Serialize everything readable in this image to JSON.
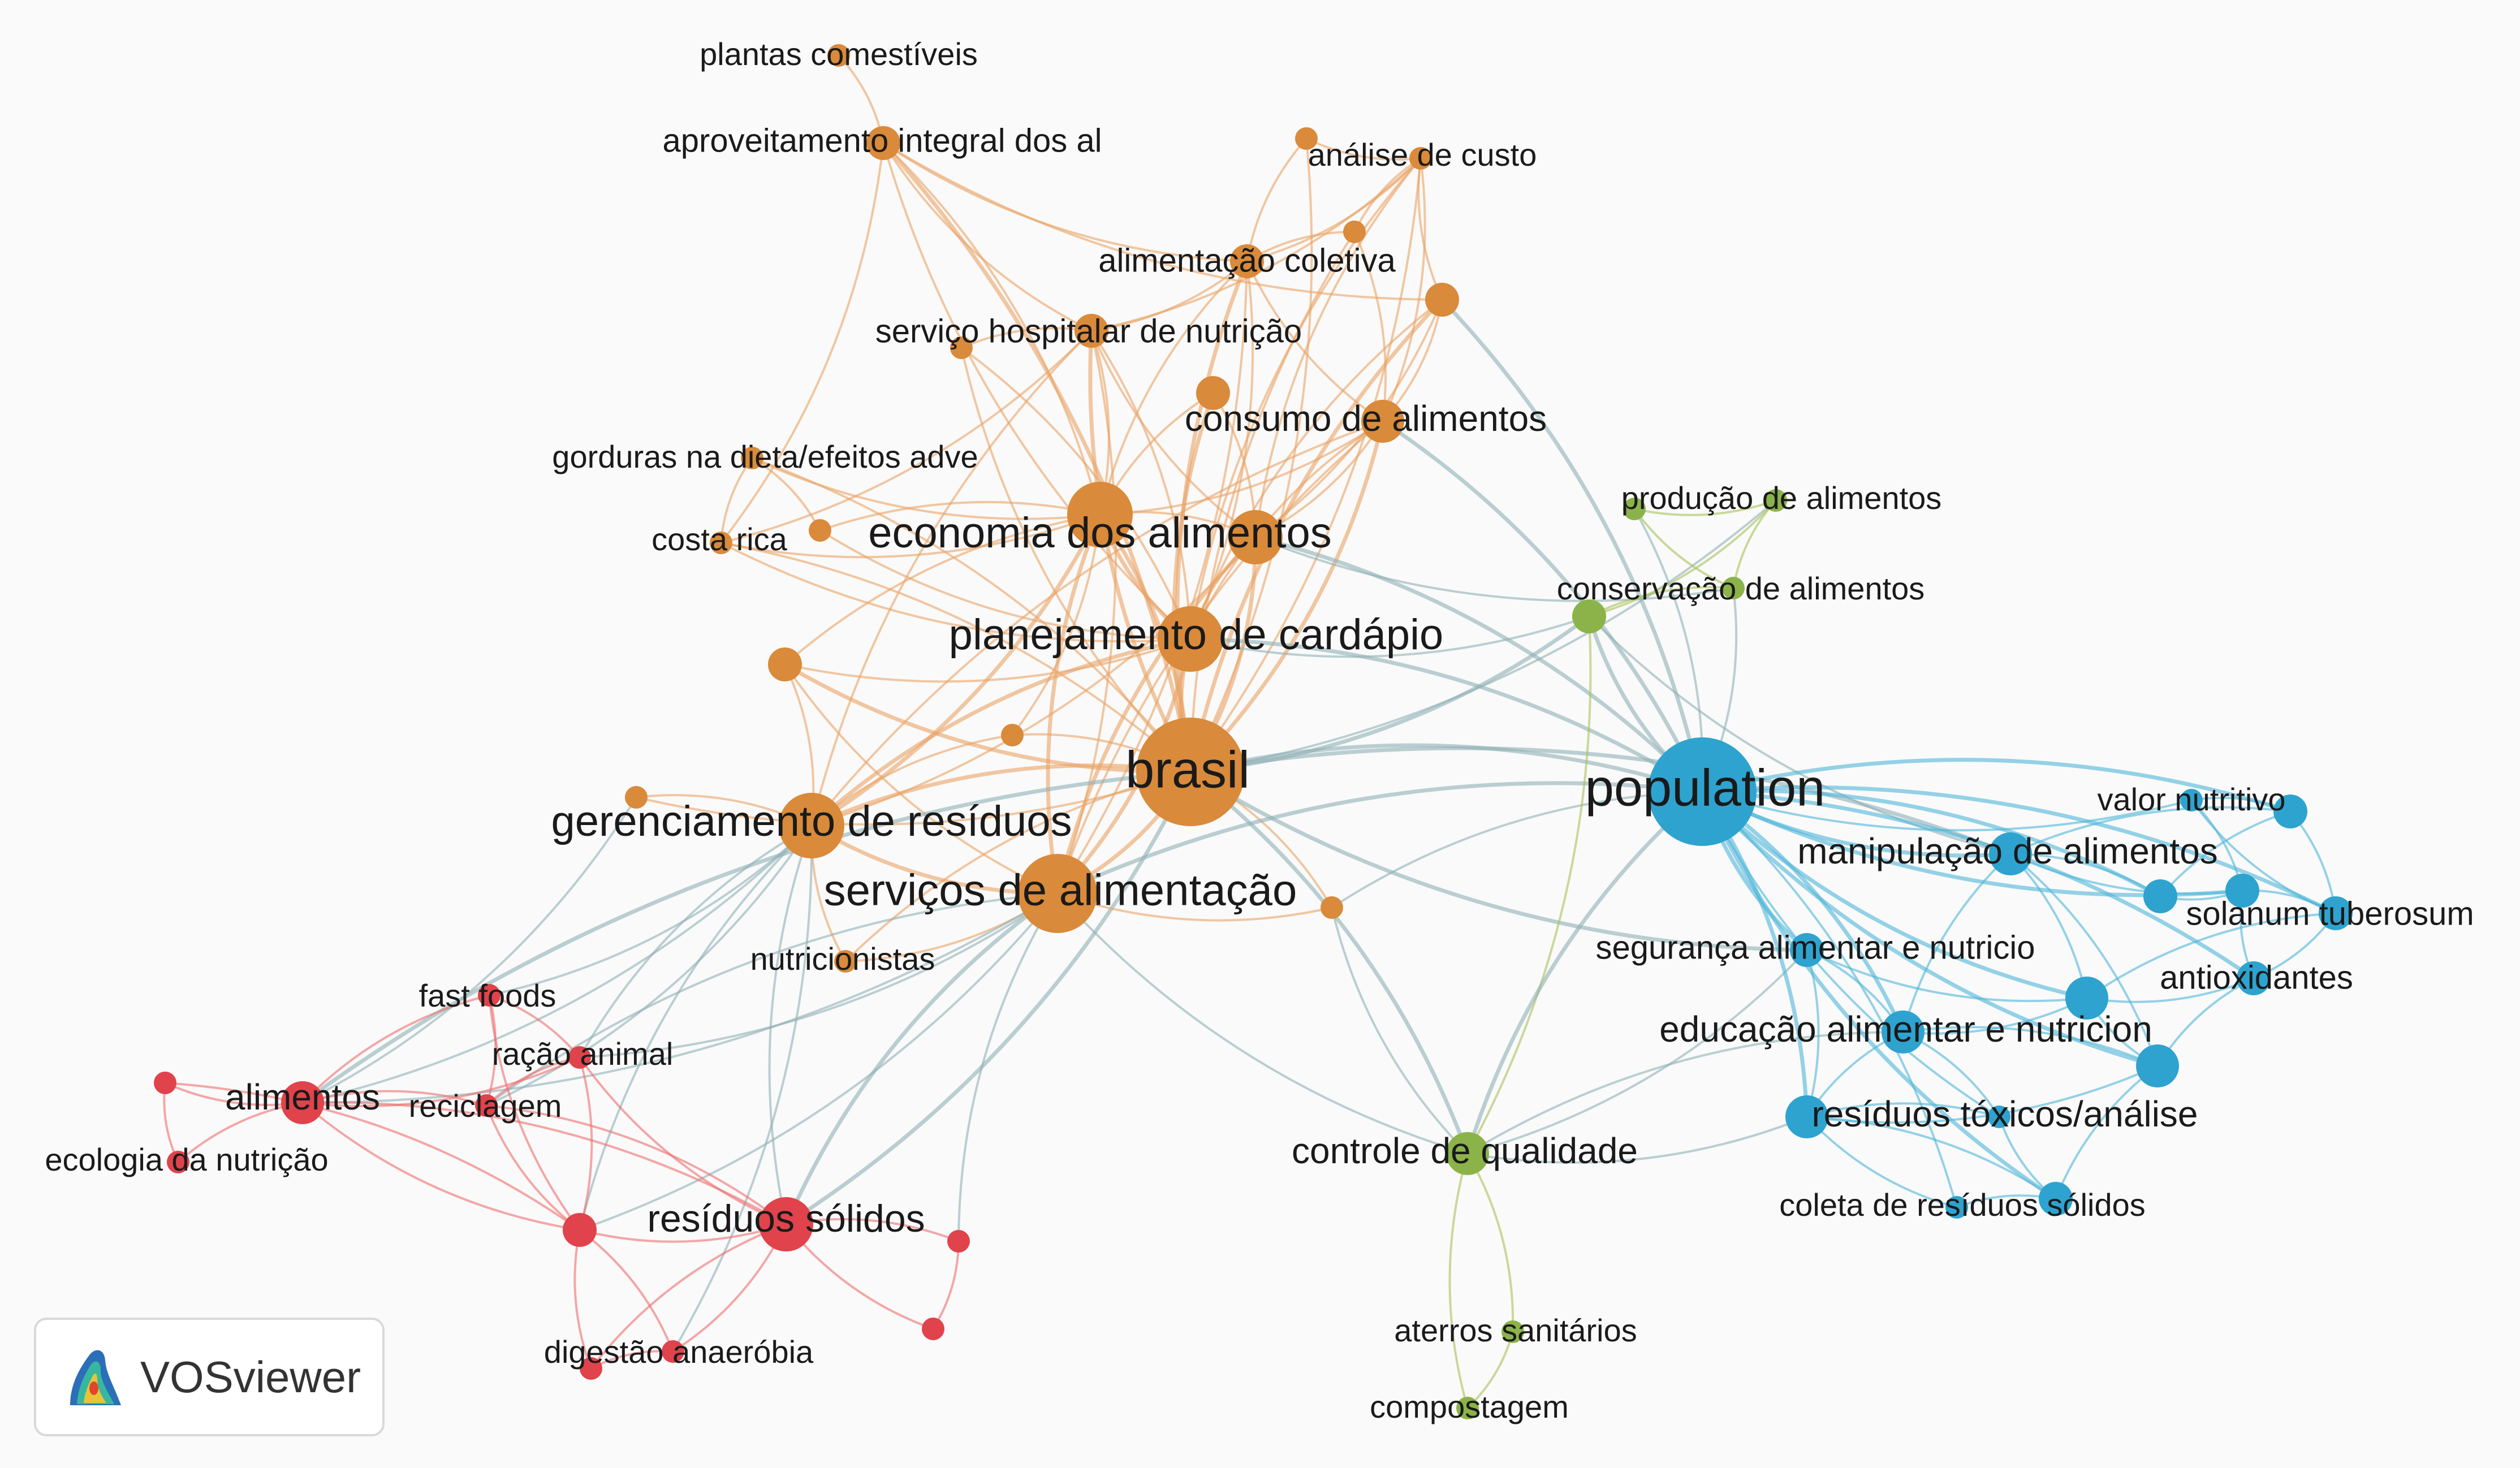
{
  "app": {
    "name": "VOSviewer"
  },
  "colors": {
    "clusters": {
      "orange": "#d98a3a",
      "red": "#e0434b",
      "green": "#8bb34a",
      "blue": "#2ea3cf"
    },
    "edges": {
      "orange": "#e9a466",
      "red": "#ee6e6e",
      "green": "#a9c25a",
      "blue": "#4fb5d8",
      "mixed": "#8fb0b5"
    }
  },
  "nodes": [
    {
      "id": "plantas",
      "label": "plantas comestíveis",
      "cluster": "orange",
      "weight": 1
    },
    {
      "id": "aproveit",
      "label": "aproveitamento integral dos al",
      "cluster": "orange",
      "weight": 2
    },
    {
      "id": "analise",
      "label": "análise de custo",
      "cluster": "orange",
      "weight": 1
    },
    {
      "id": "o_top1",
      "label": "",
      "cluster": "orange",
      "weight": 1
    },
    {
      "id": "o_top2",
      "label": "",
      "cluster": "orange",
      "weight": 1
    },
    {
      "id": "alimcol",
      "label": "alimentação coletiva",
      "cluster": "orange",
      "weight": 2
    },
    {
      "id": "o_right",
      "label": "",
      "cluster": "orange",
      "weight": 2
    },
    {
      "id": "servhosp",
      "label": "serviço hospitalar de nutrição",
      "cluster": "orange",
      "weight": 2
    },
    {
      "id": "o_mid1",
      "label": "",
      "cluster": "orange",
      "weight": 1
    },
    {
      "id": "o_mid2",
      "label": "",
      "cluster": "orange",
      "weight": 2
    },
    {
      "id": "consumo",
      "label": "consumo de alimentos",
      "cluster": "orange",
      "weight": 3
    },
    {
      "id": "gorduras",
      "label": "gorduras na dieta/efeitos adve",
      "cluster": "orange",
      "weight": 1
    },
    {
      "id": "costarica",
      "label": "costa rica",
      "cluster": "orange",
      "weight": 1
    },
    {
      "id": "o_cr2",
      "label": "",
      "cluster": "orange",
      "weight": 1
    },
    {
      "id": "economia",
      "label": "economia dos alimentos",
      "cluster": "orange",
      "weight": 5
    },
    {
      "id": "econ2",
      "label": "",
      "cluster": "orange",
      "weight": 4
    },
    {
      "id": "planej",
      "label": "planejamento de cardápio",
      "cluster": "orange",
      "weight": 5
    },
    {
      "id": "o_left",
      "label": "",
      "cluster": "orange",
      "weight": 2
    },
    {
      "id": "o_small",
      "label": "",
      "cluster": "orange",
      "weight": 1
    },
    {
      "id": "brasil",
      "label": "brasil",
      "cluster": "orange",
      "weight": 8
    },
    {
      "id": "o_g1",
      "label": "",
      "cluster": "orange",
      "weight": 1
    },
    {
      "id": "gerenc",
      "label": "gerenciamento de resíduos",
      "cluster": "orange",
      "weight": 5
    },
    {
      "id": "servalim",
      "label": "serviços de alimentação",
      "cluster": "orange",
      "weight": 6
    },
    {
      "id": "o_sa",
      "label": "",
      "cluster": "orange",
      "weight": 1
    },
    {
      "id": "nutric",
      "label": "nutricionistas",
      "cluster": "orange",
      "weight": 1
    },
    {
      "id": "fastfoods",
      "label": "fast foods",
      "cluster": "red",
      "weight": 1
    },
    {
      "id": "racao",
      "label": "ração animal",
      "cluster": "red",
      "weight": 1
    },
    {
      "id": "alimentos",
      "label": "alimentos",
      "cluster": "red",
      "weight": 3
    },
    {
      "id": "r_left",
      "label": "",
      "cluster": "red",
      "weight": 1
    },
    {
      "id": "reciclagem",
      "label": "reciclagem",
      "cluster": "red",
      "weight": 1
    },
    {
      "id": "ecologia",
      "label": "ecologia da nutrição",
      "cluster": "red",
      "weight": 1
    },
    {
      "id": "r_mid",
      "label": "",
      "cluster": "red",
      "weight": 2
    },
    {
      "id": "residsol",
      "label": "resíduos sólidos",
      "cluster": "red",
      "weight": 4
    },
    {
      "id": "r_r1",
      "label": "",
      "cluster": "red",
      "weight": 1
    },
    {
      "id": "r_r2",
      "label": "",
      "cluster": "red",
      "weight": 1
    },
    {
      "id": "digestao",
      "label": "digestão anaeróbia",
      "cluster": "red",
      "weight": 1
    },
    {
      "id": "r_d2",
      "label": "",
      "cluster": "red",
      "weight": 1
    },
    {
      "id": "producao",
      "label": "produção de alimentos",
      "cluster": "green",
      "weight": 1
    },
    {
      "id": "g_p2",
      "label": "",
      "cluster": "green",
      "weight": 1
    },
    {
      "id": "conserv",
      "label": "conservação de alimentos",
      "cluster": "green",
      "weight": 1
    },
    {
      "id": "g_c2",
      "label": "",
      "cluster": "green",
      "weight": 2
    },
    {
      "id": "controle",
      "label": "controle de qualidade",
      "cluster": "green",
      "weight": 3
    },
    {
      "id": "aterros",
      "label": "aterros sanitários",
      "cluster": "green",
      "weight": 1
    },
    {
      "id": "compost",
      "label": "compostagem",
      "cluster": "green",
      "weight": 1
    },
    {
      "id": "population",
      "label": "population",
      "cluster": "blue",
      "weight": 8
    },
    {
      "id": "valor",
      "label": "valor nutritivo",
      "cluster": "blue",
      "weight": 1
    },
    {
      "id": "b_v2",
      "label": "",
      "cluster": "blue",
      "weight": 2
    },
    {
      "id": "manip",
      "label": "manipulação de alimentos",
      "cluster": "blue",
      "weight": 3
    },
    {
      "id": "b_m2",
      "label": "",
      "cluster": "blue",
      "weight": 2
    },
    {
      "id": "b_m3",
      "label": "",
      "cluster": "blue",
      "weight": 2
    },
    {
      "id": "solanum",
      "label": "solanum tuberosum",
      "cluster": "blue",
      "weight": 2
    },
    {
      "id": "seguranca",
      "label": "segurança alimentar e nutricio",
      "cluster": "blue",
      "weight": 2
    },
    {
      "id": "antiox",
      "label": "antioxidantes",
      "cluster": "blue",
      "weight": 2
    },
    {
      "id": "b_a2",
      "label": "",
      "cluster": "blue",
      "weight": 3
    },
    {
      "id": "educacao",
      "label": "educação alimentar e nutricion",
      "cluster": "blue",
      "weight": 3
    },
    {
      "id": "b_e2",
      "label": "",
      "cluster": "blue",
      "weight": 3
    },
    {
      "id": "residtox",
      "label": "resíduos tóxicos/análise",
      "cluster": "blue",
      "weight": 3
    },
    {
      "id": "b_t2",
      "label": "",
      "cluster": "blue",
      "weight": 1
    },
    {
      "id": "coleta",
      "label": "coleta de resíduos sólidos",
      "cluster": "blue",
      "weight": 1
    },
    {
      "id": "b_c2",
      "label": "",
      "cluster": "blue",
      "weight": 2
    }
  ],
  "edges": [
    [
      "plantas",
      "aproveit"
    ],
    [
      "aproveit",
      "servhosp"
    ],
    [
      "aproveit",
      "economia"
    ],
    [
      "aproveit",
      "planej"
    ],
    [
      "aproveit",
      "brasil"
    ],
    [
      "aproveit",
      "alimcol"
    ],
    [
      "aproveit",
      "costarica"
    ],
    [
      "aproveit",
      "o_right"
    ],
    [
      "analise",
      "o_top1"
    ],
    [
      "analise",
      "o_top2"
    ],
    [
      "analise",
      "consumo"
    ],
    [
      "analise",
      "o_right"
    ],
    [
      "analise",
      "alimcol"
    ],
    [
      "analise",
      "econ2"
    ],
    [
      "analise",
      "brasil"
    ],
    [
      "analise",
      "planej"
    ],
    [
      "analise",
      "servhosp"
    ],
    [
      "o_top1",
      "alimcol"
    ],
    [
      "o_top1",
      "brasil"
    ],
    [
      "o_top2",
      "alimcol"
    ],
    [
      "o_top2",
      "consumo"
    ],
    [
      "o_top2",
      "brasil"
    ],
    [
      "alimcol",
      "servhosp"
    ],
    [
      "alimcol",
      "economia"
    ],
    [
      "alimcol",
      "planej"
    ],
    [
      "alimcol",
      "brasil"
    ],
    [
      "alimcol",
      "servalim"
    ],
    [
      "alimcol",
      "consumo"
    ],
    [
      "o_right",
      "consumo"
    ],
    [
      "o_right",
      "brasil"
    ],
    [
      "o_right",
      "econ2"
    ],
    [
      "o_right",
      "planej"
    ],
    [
      "o_right",
      "population"
    ],
    [
      "servhosp",
      "o_mid1"
    ],
    [
      "servhosp",
      "economia"
    ],
    [
      "servhosp",
      "econ2"
    ],
    [
      "servhosp",
      "planej"
    ],
    [
      "servhosp",
      "brasil"
    ],
    [
      "servhosp",
      "servalim"
    ],
    [
      "servhosp",
      "gerenc"
    ],
    [
      "servhosp",
      "costarica"
    ],
    [
      "o_mid1",
      "brasil"
    ],
    [
      "o_mid1",
      "planej"
    ],
    [
      "o_mid2",
      "brasil"
    ],
    [
      "o_mid2",
      "econ2"
    ],
    [
      "o_mid2",
      "economia"
    ],
    [
      "consumo",
      "econ2"
    ],
    [
      "consumo",
      "planej"
    ],
    [
      "consumo",
      "brasil"
    ],
    [
      "consumo",
      "servalim"
    ],
    [
      "consumo",
      "population"
    ],
    [
      "consumo",
      "gerenc"
    ],
    [
      "consumo",
      "economia"
    ],
    [
      "gorduras",
      "costarica"
    ],
    [
      "gorduras",
      "o_cr2"
    ],
    [
      "gorduras",
      "economia"
    ],
    [
      "gorduras",
      "brasil"
    ],
    [
      "costarica",
      "economia"
    ],
    [
      "costarica",
      "brasil"
    ],
    [
      "costarica",
      "planej"
    ],
    [
      "o_cr2",
      "economia"
    ],
    [
      "o_cr2",
      "planej"
    ],
    [
      "economia",
      "econ2"
    ],
    [
      "economia",
      "planej"
    ],
    [
      "economia",
      "brasil"
    ],
    [
      "economia",
      "servalim"
    ],
    [
      "economia",
      "gerenc"
    ],
    [
      "economia",
      "o_left"
    ],
    [
      "economia",
      "o_small"
    ],
    [
      "econ2",
      "planej"
    ],
    [
      "econ2",
      "brasil"
    ],
    [
      "econ2",
      "servalim"
    ],
    [
      "econ2",
      "population"
    ],
    [
      "econ2",
      "conserv"
    ],
    [
      "econ2",
      "gerenc"
    ],
    [
      "planej",
      "brasil"
    ],
    [
      "planej",
      "servalim"
    ],
    [
      "planej",
      "gerenc"
    ],
    [
      "planej",
      "population"
    ],
    [
      "planej",
      "g_c2"
    ],
    [
      "planej",
      "o_left"
    ],
    [
      "o_left",
      "brasil"
    ],
    [
      "o_left",
      "gerenc"
    ],
    [
      "o_left",
      "servalim"
    ],
    [
      "o_small",
      "brasil"
    ],
    [
      "o_small",
      "gerenc"
    ],
    [
      "brasil",
      "servalim"
    ],
    [
      "brasil",
      "gerenc"
    ],
    [
      "brasil",
      "population"
    ],
    [
      "brasil",
      "g_c2"
    ],
    [
      "brasil",
      "controle"
    ],
    [
      "brasil",
      "nutric"
    ],
    [
      "brasil",
      "residsol"
    ],
    [
      "brasil",
      "alimentos"
    ],
    [
      "brasil",
      "o_sa"
    ],
    [
      "brasil",
      "seguranca"
    ],
    [
      "brasil",
      "manip"
    ],
    [
      "brasil",
      "producao"
    ],
    [
      "o_g1",
      "gerenc"
    ],
    [
      "o_g1",
      "brasil"
    ],
    [
      "o_g1",
      "alimentos"
    ],
    [
      "gerenc",
      "servalim"
    ],
    [
      "gerenc",
      "alimentos"
    ],
    [
      "gerenc",
      "residsol"
    ],
    [
      "gerenc",
      "fastfoods"
    ],
    [
      "gerenc",
      "racao"
    ],
    [
      "gerenc",
      "reciclagem"
    ],
    [
      "gerenc",
      "nutric"
    ],
    [
      "gerenc",
      "digestao"
    ],
    [
      "gerenc",
      "r_mid"
    ],
    [
      "servalim",
      "nutric"
    ],
    [
      "servalim",
      "residsol"
    ],
    [
      "servalim",
      "alimentos"
    ],
    [
      "servalim",
      "reciclagem"
    ],
    [
      "servalim",
      "racao"
    ],
    [
      "servalim",
      "controle"
    ],
    [
      "servalim",
      "population"
    ],
    [
      "servalim",
      "o_sa"
    ],
    [
      "servalim",
      "r_mid"
    ],
    [
      "servalim",
      "r_r1"
    ],
    [
      "o_sa",
      "population"
    ],
    [
      "o_sa",
      "controle"
    ],
    [
      "fastfoods",
      "racao"
    ],
    [
      "fastfoods",
      "alimentos"
    ],
    [
      "fastfoods",
      "reciclagem"
    ],
    [
      "fastfoods",
      "r_mid"
    ],
    [
      "racao",
      "alimentos"
    ],
    [
      "racao",
      "reciclagem"
    ],
    [
      "racao",
      "r_mid"
    ],
    [
      "racao",
      "residsol"
    ],
    [
      "alimentos",
      "r_left"
    ],
    [
      "alimentos",
      "ecologia"
    ],
    [
      "alimentos",
      "reciclagem"
    ],
    [
      "alimentos",
      "r_mid"
    ],
    [
      "alimentos",
      "residsol"
    ],
    [
      "r_left",
      "ecologia"
    ],
    [
      "r_left",
      "r_mid"
    ],
    [
      "reciclagem",
      "r_mid"
    ],
    [
      "reciclagem",
      "residsol"
    ],
    [
      "r_mid",
      "residsol"
    ],
    [
      "r_mid",
      "digestao"
    ],
    [
      "r_mid",
      "r_d2"
    ],
    [
      "residsol",
      "r_r1"
    ],
    [
      "residsol",
      "r_r2"
    ],
    [
      "residsol",
      "digestao"
    ],
    [
      "residsol",
      "r_d2"
    ],
    [
      "r_r1",
      "r_r2"
    ],
    [
      "digestao",
      "r_d2"
    ],
    [
      "producao",
      "g_p2"
    ],
    [
      "producao",
      "conserv"
    ],
    [
      "producao",
      "g_c2"
    ],
    [
      "g_p2",
      "conserv"
    ],
    [
      "g_p2",
      "population"
    ],
    [
      "conserv",
      "g_c2"
    ],
    [
      "conserv",
      "population"
    ],
    [
      "g_c2",
      "population"
    ],
    [
      "g_c2",
      "controle"
    ],
    [
      "g_c2",
      "manip"
    ],
    [
      "controle",
      "aterros"
    ],
    [
      "controle",
      "compost"
    ],
    [
      "controle",
      "population"
    ],
    [
      "controle",
      "residtox"
    ],
    [
      "controle",
      "educacao"
    ],
    [
      "controle",
      "seguranca"
    ],
    [
      "aterros",
      "compost"
    ],
    [
      "population",
      "valor"
    ],
    [
      "population",
      "b_v2"
    ],
    [
      "population",
      "manip"
    ],
    [
      "population",
      "b_m2"
    ],
    [
      "population",
      "b_m3"
    ],
    [
      "population",
      "solanum"
    ],
    [
      "population",
      "seguranca"
    ],
    [
      "population",
      "antiox"
    ],
    [
      "population",
      "b_a2"
    ],
    [
      "population",
      "educacao"
    ],
    [
      "population",
      "b_e2"
    ],
    [
      "population",
      "residtox"
    ],
    [
      "population",
      "b_t2"
    ],
    [
      "population",
      "coleta"
    ],
    [
      "population",
      "b_c2"
    ],
    [
      "valor",
      "b_v2"
    ],
    [
      "valor",
      "solanum"
    ],
    [
      "valor",
      "b_m3"
    ],
    [
      "b_v2",
      "manip"
    ],
    [
      "b_v2",
      "solanum"
    ],
    [
      "b_v2",
      "b_m2"
    ],
    [
      "manip",
      "b_m2"
    ],
    [
      "manip",
      "b_m3"
    ],
    [
      "manip",
      "b_a2"
    ],
    [
      "manip",
      "educacao"
    ],
    [
      "manip",
      "b_e2"
    ],
    [
      "b_m2",
      "b_m3"
    ],
    [
      "b_m3",
      "solanum"
    ],
    [
      "b_m3",
      "antiox"
    ],
    [
      "solanum",
      "antiox"
    ],
    [
      "solanum",
      "b_a2"
    ],
    [
      "antiox",
      "b_a2"
    ],
    [
      "antiox",
      "b_e2"
    ],
    [
      "seguranca",
      "educacao"
    ],
    [
      "seguranca",
      "b_a2"
    ],
    [
      "seguranca",
      "residtox"
    ],
    [
      "educacao",
      "b_a2"
    ],
    [
      "educacao",
      "b_e2"
    ],
    [
      "educacao",
      "residtox"
    ],
    [
      "educacao",
      "b_t2"
    ],
    [
      "b_a2",
      "b_e2"
    ],
    [
      "b_e2",
      "residtox"
    ],
    [
      "b_e2",
      "b_c2"
    ],
    [
      "residtox",
      "b_t2"
    ],
    [
      "residtox",
      "coleta"
    ],
    [
      "residtox",
      "b_c2"
    ],
    [
      "b_t2",
      "b_c2"
    ],
    [
      "coleta",
      "b_c2"
    ]
  ]
}
